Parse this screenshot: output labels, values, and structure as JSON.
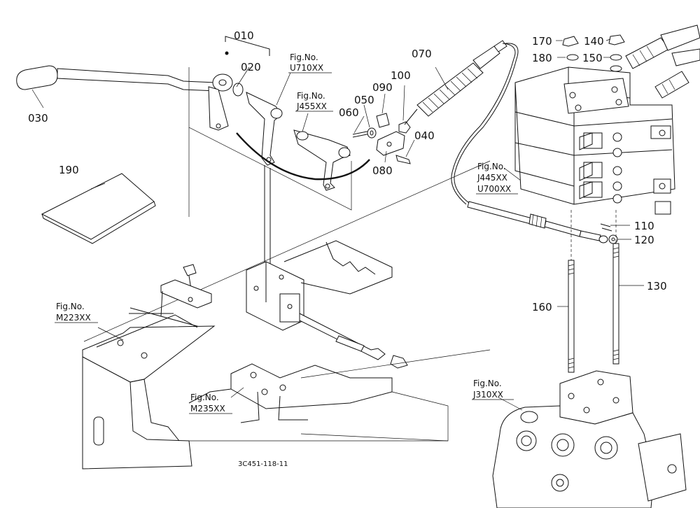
{
  "parts": {
    "p010": "010",
    "p020": "020",
    "p030": "030",
    "p040": "040",
    "p050": "050",
    "p060": "060",
    "p070": "070",
    "p080": "080",
    "p090": "090",
    "p100": "100",
    "p110": "110",
    "p120": "120",
    "p130": "130",
    "p140": "140",
    "p150": "150",
    "p160": "160",
    "p170": "170",
    "p180": "180",
    "p190": "190"
  },
  "figs": {
    "label": "Fig.No.",
    "u710": "U710XX",
    "j455": "J455XX",
    "j445": "J445XX",
    "u700": "U700XX",
    "m223": "M223XX",
    "m235": "M235XX",
    "j310": "J310XX"
  },
  "drawing_code": "3C451-118-11"
}
